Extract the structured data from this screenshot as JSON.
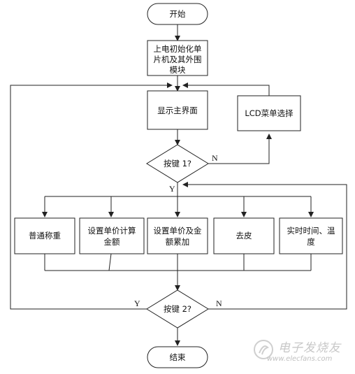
{
  "nodes": {
    "start": "开始",
    "init_line1": "上电初始化单",
    "init_line2": "片机及其外围",
    "init_line3": "模块",
    "main_ui": "显示主界面",
    "lcd_menu": "LCD菜单选择",
    "key1": "按键 1?",
    "normal_weigh": "普通称重",
    "set_price_line1": "设置单价计算",
    "set_price_line2": "金额",
    "set_accum_line1": "设置单价及金",
    "set_accum_line2": "额累加",
    "tare": "去皮",
    "realtime_line1": "实时时间、温",
    "realtime_line2": "度",
    "key2": "按键 2?",
    "end": "结束"
  },
  "labels": {
    "key1_no": "N",
    "key1_yes": "Y",
    "key2_yes": "Y",
    "key2_no": "N"
  },
  "watermark": {
    "brand": "电子发烧友",
    "url": "www.elecfans.com"
  },
  "colors": {
    "stroke": "#222222",
    "fill": "#ffffff",
    "watermark": "#c8c8c8"
  }
}
